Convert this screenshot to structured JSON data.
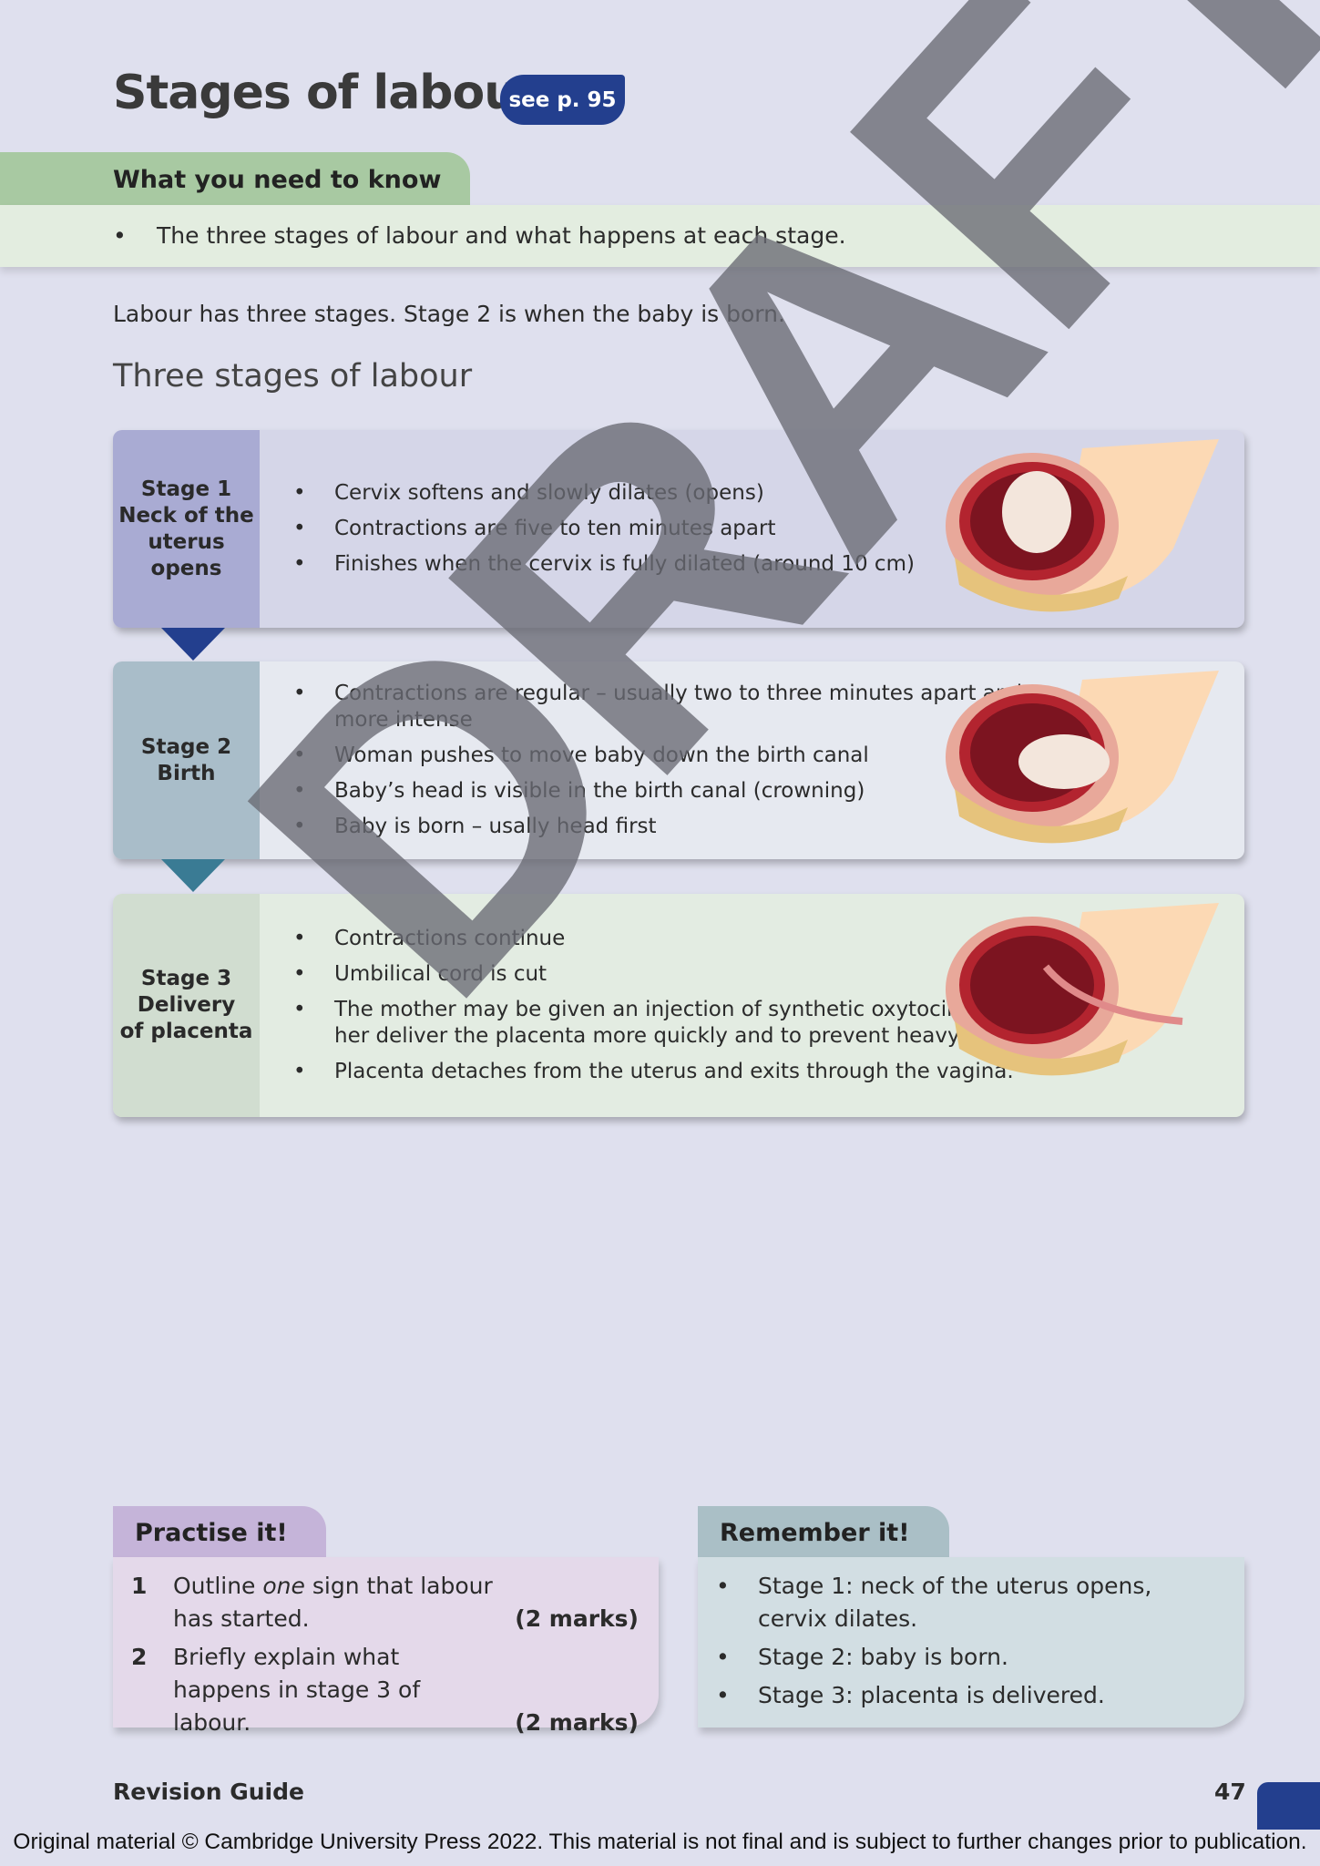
{
  "header": {
    "title": "Stages of labour",
    "see_badge": "see p. 95"
  },
  "need_to_know": {
    "heading": "What you need to know",
    "bullet": "The three stages of labour and what happens at each stage."
  },
  "intro": "Labour has three stages. Stage 2 is when the baby is born.",
  "section_heading": "Three stages of labour",
  "stages": [
    {
      "label_line1": "Stage 1",
      "label_line2": "Neck of the",
      "label_line3": "uterus opens",
      "color": "#a9abd3",
      "bullets": [
        "Cervix softens and slowly dilates (opens)",
        "Contractions are five to ten minutes apart",
        "Finishes when the cervix is fully dilated (around 10 cm)"
      ]
    },
    {
      "label_line1": "Stage 2",
      "label_line2": "Birth",
      "label_line3": "",
      "color": "#a9bdc9",
      "bullets": [
        "Contractions are regular – usually two to three minutes apart and more intense",
        "Woman pushes to move baby down the birth canal",
        "Baby’s head is visible in the birth canal (crowning)",
        "Baby is born – usally head first"
      ]
    },
    {
      "label_line1": "Stage 3",
      "label_line2": "Delivery",
      "label_line3": "of placenta",
      "color": "#d1ddd0",
      "bullets": [
        "Contractions continue",
        "Umbilical cord is cut",
        "The mother may be given an injection of synthetic oxytocin to help her deliver the placenta more quickly and to prevent heavy bleeding",
        "Placenta detaches from the uterus and exits through the vagina."
      ]
    }
  ],
  "watermark": "DRAFT",
  "practise": {
    "heading": "Practise it!",
    "questions": [
      {
        "num": "1",
        "text_pre": "Outline ",
        "text_em": "one",
        "text_post": " sign that labour has started.",
        "marks": "(2 marks)"
      },
      {
        "num": "2",
        "text_pre": "Briefly explain what happens in stage 3 of labour.",
        "text_em": "",
        "text_post": "",
        "marks": "(2 marks)"
      }
    ]
  },
  "remember": {
    "heading": "Remember it!",
    "items": [
      "Stage 1: neck of the uterus opens, cervix dilates.",
      "Stage 2: baby is born.",
      "Stage 3: placenta is delivered."
    ]
  },
  "footer": {
    "title": "Revision Guide",
    "page_number": "47",
    "copyright": "Original material © Cambridge University Press 2022. This material is not final and is subject to further changes prior to publication."
  },
  "colors": {
    "accent": "#233f8e",
    "know_tab": "#a8c9a2",
    "practise_tab": "#c5b4d9",
    "remember_tab": "#aabfc6"
  }
}
